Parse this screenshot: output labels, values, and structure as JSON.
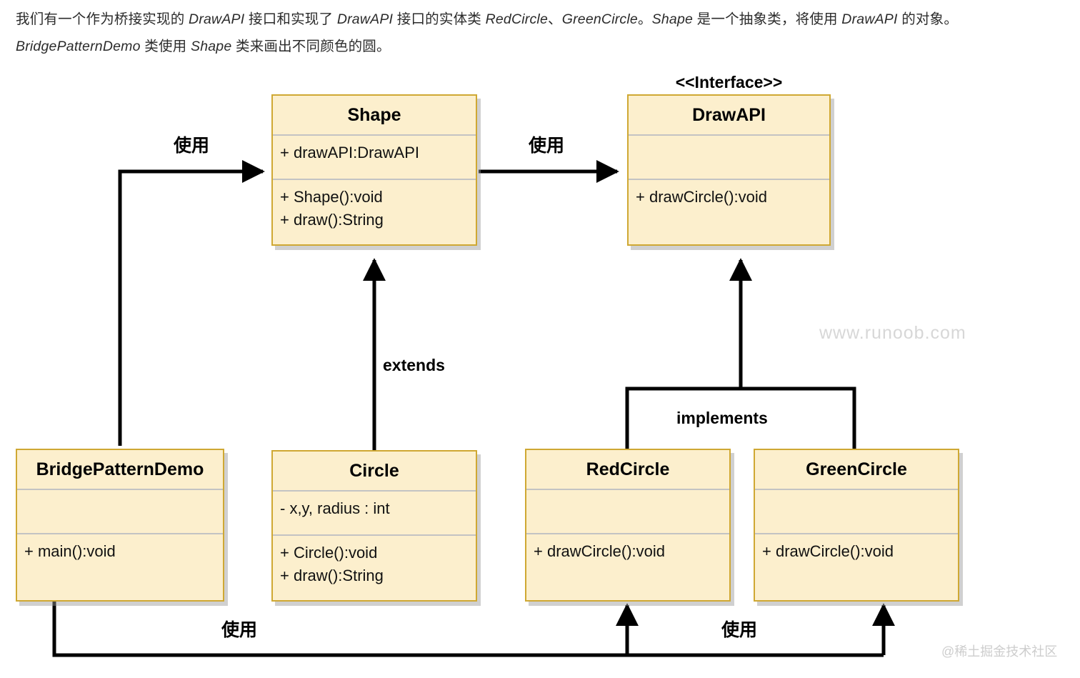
{
  "intro": {
    "line1_parts": [
      {
        "t": "我们有一个作为桥接实现的 ",
        "i": false
      },
      {
        "t": "DrawAPI",
        "i": true
      },
      {
        "t": " 接口和实现了 ",
        "i": false
      },
      {
        "t": "DrawAPI",
        "i": true
      },
      {
        "t": " 接口的实体类 ",
        "i": false
      },
      {
        "t": "RedCircle",
        "i": true
      },
      {
        "t": "、",
        "i": false
      },
      {
        "t": "GreenCircle",
        "i": true
      },
      {
        "t": "。",
        "i": false
      },
      {
        "t": "Shape",
        "i": true
      },
      {
        "t": " 是一个抽象类，将使用 ",
        "i": false
      },
      {
        "t": "DrawAPI",
        "i": true
      },
      {
        "t": " 的对象。",
        "i": false
      },
      {
        "t": "BridgePatternDemo",
        "i": true
      },
      {
        "t": " 类使用 ",
        "i": false
      },
      {
        "t": "Shape",
        "i": true
      },
      {
        "t": " 类来画出不同颜色的圆。",
        "i": false
      }
    ],
    "full_text": "我们有一个作为桥接实现的 DrawAPI 接口和实现了 DrawAPI 接口的实体类 RedCircle、GreenCircle。Shape 是一个抽象类，将使用 DrawAPI 的对象。BridgePatternDemo 类使用 Shape 类来画出不同颜色的圆。"
  },
  "diagram": {
    "type": "uml-class-diagram",
    "classes": [
      {
        "id": "shape",
        "name": "Shape",
        "stereotype": "",
        "attributes": "+ drawAPI:DrawAPI",
        "methods": "+ Shape():void\n+ draw():String"
      },
      {
        "id": "drawapi",
        "name": "DrawAPI",
        "stereotype": "<<Interface>>",
        "attributes": "",
        "methods": "+ drawCircle():void"
      },
      {
        "id": "bridgepatterndemo",
        "name": "BridgePatternDemo",
        "stereotype": "",
        "attributes": "",
        "methods": "+ main():void"
      },
      {
        "id": "circle",
        "name": "Circle",
        "stereotype": "",
        "attributes": "- x,y, radius : int",
        "methods": "+ Circle():void\n+ draw():String"
      },
      {
        "id": "redcircle",
        "name": "RedCircle",
        "stereotype": "",
        "attributes": "",
        "methods": "+ drawCircle():void"
      },
      {
        "id": "greencircle",
        "name": "GreenCircle",
        "stereotype": "",
        "attributes": "",
        "methods": "+ drawCircle():void"
      }
    ],
    "edges": [
      {
        "id": "demo-uses-shape",
        "label": "使用",
        "from": "BridgePatternDemo",
        "to": "Shape"
      },
      {
        "id": "shape-uses-drawapi",
        "label": "使用",
        "from": "Shape",
        "to": "DrawAPI"
      },
      {
        "id": "circle-extends-shape",
        "label": "extends",
        "from": "Circle",
        "to": "Shape"
      },
      {
        "id": "circles-implement-drawapi",
        "label": "implements",
        "from": "RedCircle, GreenCircle",
        "to": "DrawAPI"
      },
      {
        "id": "demo-uses-circles",
        "label": "使用",
        "from": "BridgePatternDemo",
        "to": "RedCircle, GreenCircle"
      }
    ],
    "colors": {
      "box_fill": "#fcefcd",
      "box_border": "#cfa833",
      "compartment_divider": "#c3c3c3",
      "edge": "#000000",
      "shadow": "#969696"
    }
  },
  "watermarks": {
    "runoob": "www.runoob.com",
    "juejin": "@稀土掘金技术社区"
  }
}
